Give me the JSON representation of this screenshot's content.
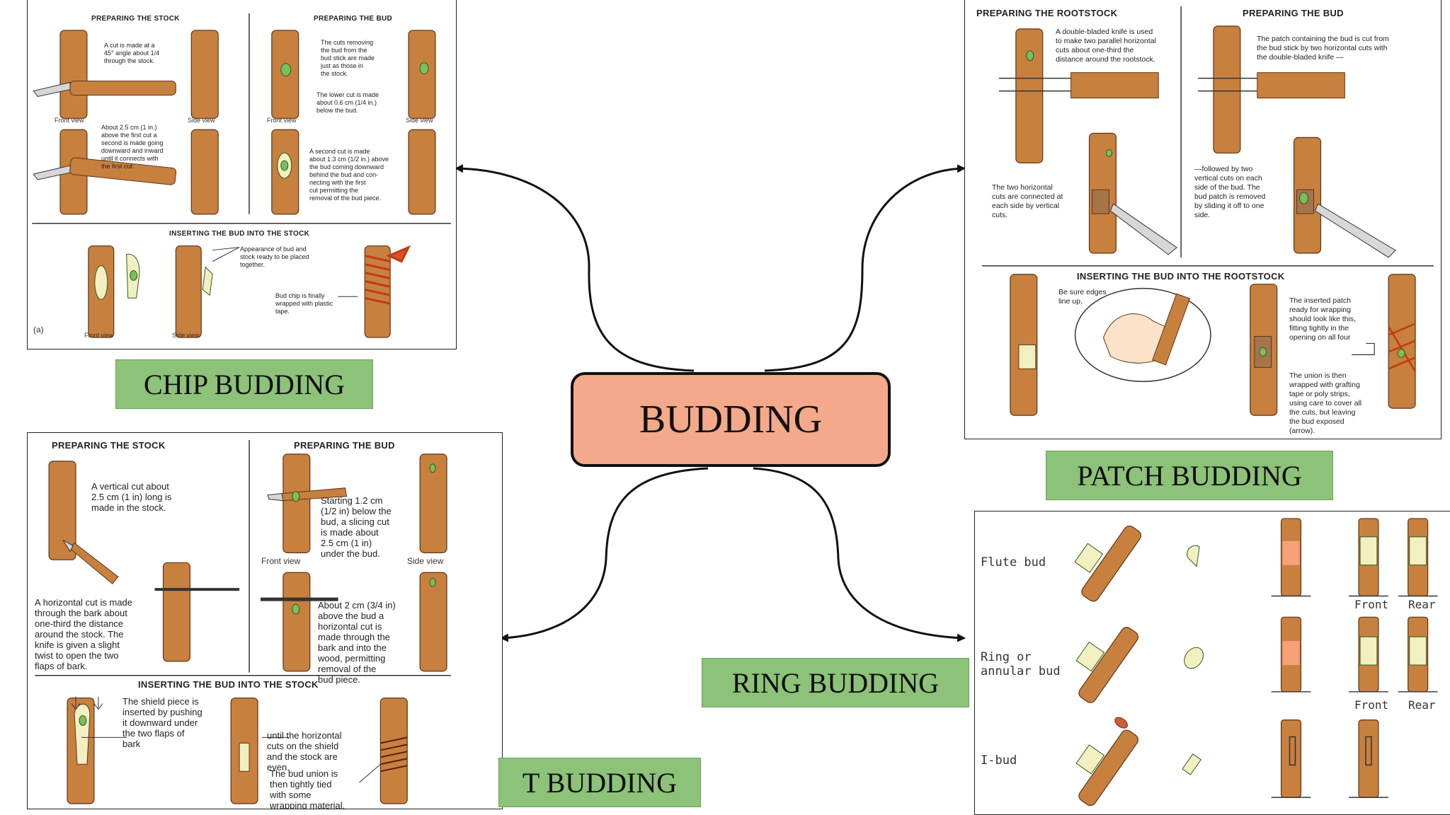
{
  "center": {
    "title": "BUDDING"
  },
  "labels": {
    "chip": "CHIP BUDDING",
    "patch": "PATCH BUDDING",
    "t": "T BUDDING",
    "ring": "RING BUDDING"
  },
  "chip_panel": {
    "headings": [
      "PREPARING THE STOCK",
      "PREPARING THE BUD",
      "INSERTING THE BUD INTO THE STOCK"
    ],
    "notes": [
      "A cut is made at a\n45° angle about 1/4\nthrough the stock.",
      "About 2.5 cm (1 in.)\nabove the first cut a\nsecond is made going\ndownward and inward\nuntil it connects with\nthe first cut.",
      "The cuts removing\nthe bud from the\nbud stick are made\njust as those in\nthe stock.",
      "The lower cut is made\nabout 0.6 cm (1/4 in.)\nbelow the bud.",
      "A second cut is made\nabout 1.3 cm (1/2 in.) above\nthe bud coming downward\nbehind the bud and con-\nnecting with the first\ncut permitting the\nremoval of the bud piece.",
      "Appearance of bud and\nstock ready to be placed\ntogether.",
      "Bud chip is finally\nwrapped with plastic\ntape."
    ],
    "views": [
      "Front view",
      "Side view",
      "Front view",
      "Side view",
      "Front view",
      "Side view"
    ],
    "corner": "(a)"
  },
  "patch_panel": {
    "headings": [
      "PREPARING THE ROOTSTOCK",
      "PREPARING THE BUD",
      "INSERTING THE BUD INTO THE ROOTSTOCK"
    ],
    "notes": [
      "A double-bladed knife is used\nto make two parallel horizontal\ncuts about one-third the\ndistance around the rootstock.",
      "The patch containing the bud is cut from\nthe bud stick by two horizontal cuts with\nthe double-bladed knife —",
      "The two horizontal\ncuts are connected at\neach side by vertical\ncuts.",
      "—followed by two\nvertical cuts on each\nside of the bud. The\nbud patch is removed\nby sliding it off to one\nside.",
      "Be sure edges\nline up.",
      "The inserted patch\nready for wrapping\nshould look like this,\nfitting tightly in the\nopening on all four",
      "The union is then\nwrapped with grafting\ntape or poly strips,\nusing care to cover all\nthe cuts, but leaving\nthe bud exposed\n(arrow)."
    ]
  },
  "t_panel": {
    "headings": [
      "PREPARING THE STOCK",
      "PREPARING THE BUD",
      "INSERTING THE BUD INTO THE STOCK"
    ],
    "notes": [
      "A vertical cut about\n2.5 cm (1 in) long is\nmade in the stock.",
      "A horizontal cut is made\nthrough the bark about\none-third the distance\naround the stock. The\nknife is given a slight\ntwist to open the two\nflaps of bark.",
      "Starting 1.2 cm\n(1/2 in) below the\nbud, a slicing cut\nis made about\n2.5 cm (1 in)\nunder the bud.",
      "About 2 cm (3/4 in)\nabove the bud a\nhorizontal cut is\nmade through the\nbark and into the\nwood, permitting\nremoval of the\nbud piece.",
      "The shield piece is\ninserted by pushing\nit downward under\nthe two flaps of\nbark",
      "until the horizontal\ncuts on the shield\nand the stock are\neven.",
      "The bud union is\nthen tightly tied\nwith some\nwrapping material."
    ],
    "views": [
      "Front view",
      "Side view"
    ]
  },
  "ring_panel": {
    "rows": [
      "Flute bud",
      "Ring or\nannular bud",
      "I-bud"
    ],
    "views": [
      "Front",
      "Rear",
      "Front",
      "Rear"
    ]
  }
}
